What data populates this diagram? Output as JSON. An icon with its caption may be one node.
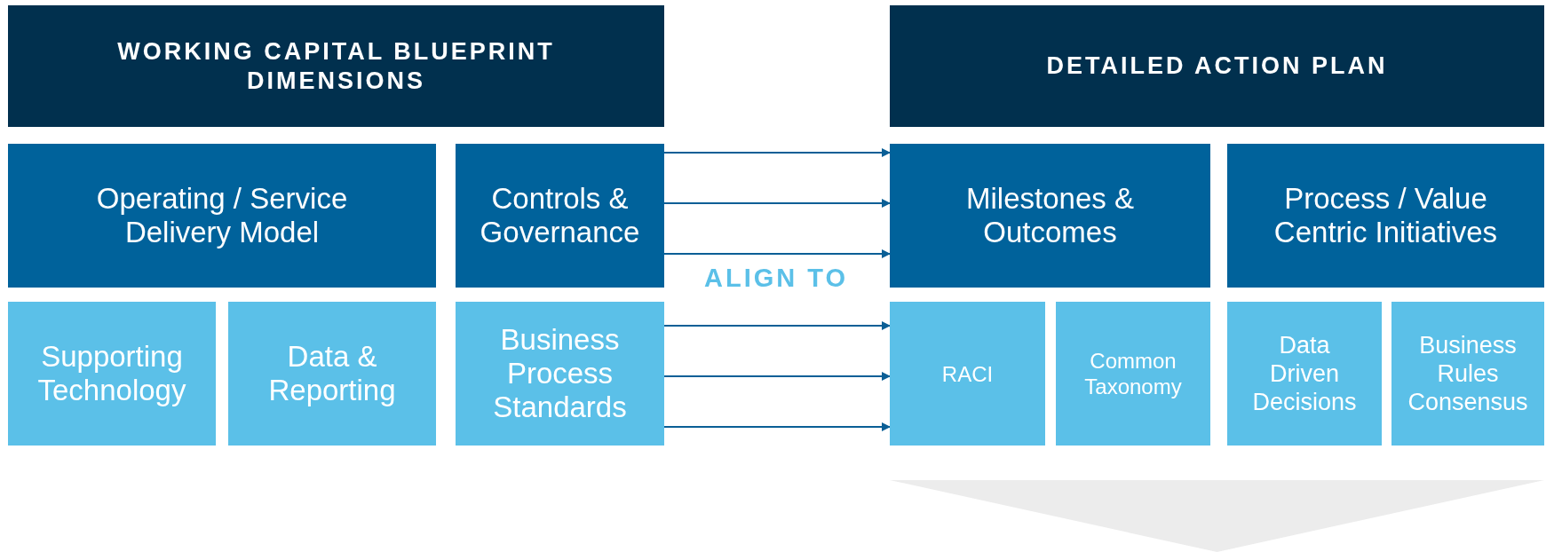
{
  "diagram": {
    "nodes": [
      {
        "text": [
          "WORKING CAPITAL BLUEPRINT DIMENSIONS"
        ]
      },
      {
        "text": [
          "DETAILED ACTION PLAN"
        ]
      },
      {
        "text": [
          "Operating / Service Delivery Model"
        ]
      },
      {
        "text": [
          "Controls & Governance"
        ]
      },
      {
        "text": [
          "Milestones & Outcomes"
        ]
      },
      {
        "text": [
          "Process / Value Centric Initiatives"
        ]
      },
      {
        "text": [
          "Supporting Technology"
        ]
      },
      {
        "text": [
          "Data & Reporting"
        ]
      },
      {
        "text": [
          "Business Process Standards"
        ]
      },
      {
        "text": [
          "RACI"
        ]
      },
      {
        "text": [
          "Common Taxonomy"
        ]
      },
      {
        "text": [
          "Data Driven Decisions"
        ]
      },
      {
        "text": [
          "Business Rules Consensus"
        ]
      },
      {
        "text": [],
        "shape": "chevron"
      }
    ],
    "edges": [
      {
        "from": 3,
        "to": 4,
        "arrow": "to"
      },
      {
        "from": 3,
        "to": 4,
        "arrow": "to"
      },
      {
        "from": 3,
        "to": 4,
        "arrow": "to"
      },
      {
        "from": 8,
        "to": 9,
        "arrow": "to"
      },
      {
        "from": 8,
        "to": 9,
        "arrow": "to"
      },
      {
        "from": 8,
        "to": 9,
        "arrow": "to"
      }
    ],
    "labels": [
      "ALIGN TO"
    ]
  }
}
